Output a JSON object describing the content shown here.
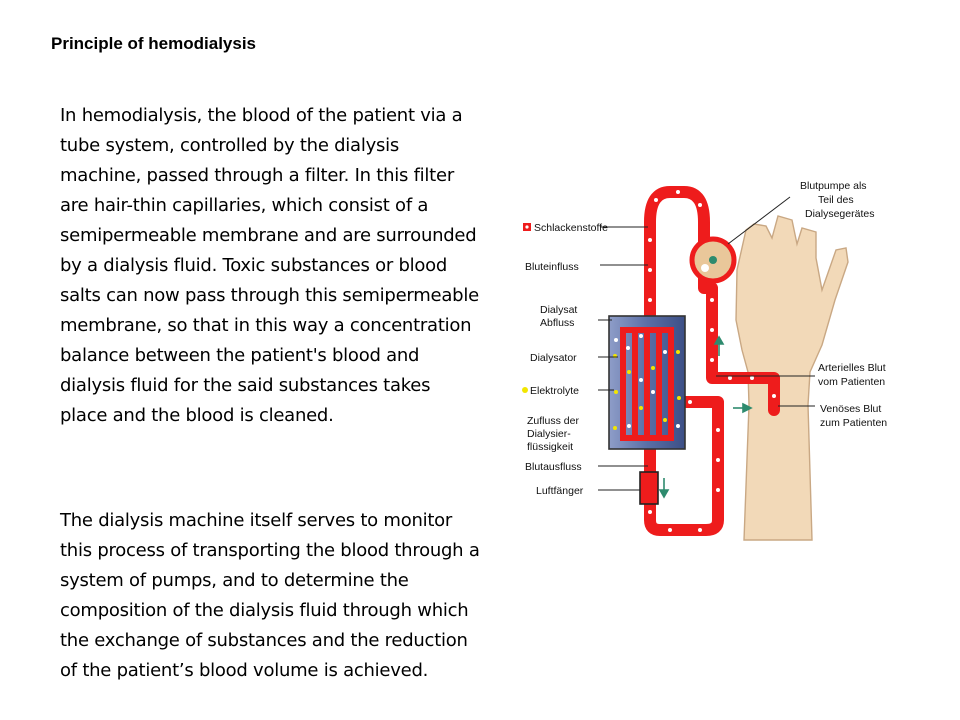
{
  "slide": {
    "title": "Principle of hemodialysis",
    "paragraph_1": "In hemodialysis, the blood of the patient via a tube system, controlled by the dialysis machine, passed through a filter. In this filter are hair-thin capillaries, which consist of a semipermeable membrane and are surrounded by a dialysis fluid. Toxic substances or blood salts can now pass through this semipermeable membrane, so that in this way a concentration balance between the patient's blood and dialysis fluid for the said substances takes place and the blood is cleaned.",
    "paragraph_2": "The dialysis machine itself serves to monitor this process of transporting the blood through a system of pumps, and to determine the composition of the dialysis fluid through which the exchange of substances and the reduction of the patient’s blood volume is achieved."
  },
  "diagram": {
    "labels": {
      "schlackenstoffe": "Schlackenstoffe",
      "bluteinfluss": "Bluteinfluss",
      "dialysat_abfluss_1": "Dialysat",
      "dialysat_abfluss_2": "Abfluss",
      "dialysator": "Dialysator",
      "elektrolyte": "Elektrolyte",
      "zufluss_1": "Zufluss der",
      "zufluss_2": "Dialysier-",
      "zufluss_3": "flüssigkeit",
      "blutausfluss": "Blutausfluss",
      "luftfaenger": "Luftfänger",
      "blutpumpe_1": "Blutpumpe als",
      "blutpumpe_2": "Teil des",
      "blutpumpe_3": "Dialysegerätes",
      "arterielles_1": "Arterielles Blut",
      "arterielles_2": "vom Patienten",
      "venoeses_1": "Venöses Blut",
      "venoeses_2": "zum Patienten"
    },
    "colors": {
      "tube": "#ee1c1c",
      "dialyzer": "#5a6fa8",
      "skin": "#f2d9b8",
      "pump": "#e9c79a",
      "electrolyte": "#f2e600",
      "arrow": "#2e8b6e"
    }
  }
}
